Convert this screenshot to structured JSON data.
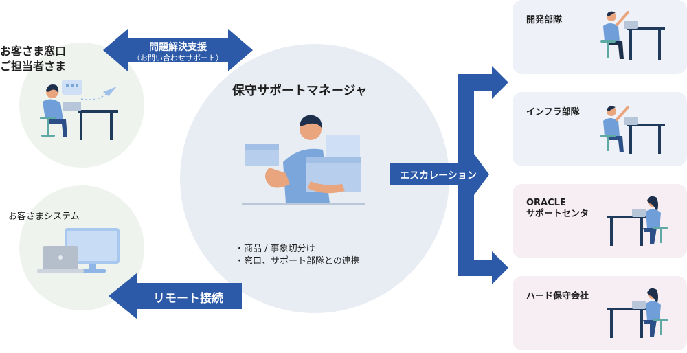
{
  "customer_window": {
    "label": "お客さま窓口\nご担当者さま"
  },
  "customer_system": {
    "label": "お客さまシステム"
  },
  "support_arrow": {
    "line1": "問題解決支援",
    "line2": "（お問い合わせサポート）"
  },
  "remote_arrow": {
    "label": "リモート接続"
  },
  "manager": {
    "title": "保守サポートマネージャ",
    "bullets": [
      "・商品 / 事象切分け",
      "・窓口、サポート部隊との連携"
    ]
  },
  "escalation": {
    "label": "エスカレーション"
  },
  "teams": [
    {
      "label": "開発部隊",
      "tone": "#eef2f8"
    },
    {
      "label": "インフラ部隊",
      "tone": "#eef2f8"
    },
    {
      "label": "ORACLE\nサポートセンタ",
      "tone": "#f6eef2"
    },
    {
      "label": "ハード保守会社",
      "tone": "#f6eef2"
    }
  ],
  "colors": {
    "arrow_blue": "#2c5aa8",
    "circle_green": "#eef3ee",
    "circle_center": "#e8edf4",
    "card_blue": "#eef2f8",
    "card_pink": "#f6eef2"
  },
  "icons": {
    "customer_person": "person-at-desk-icon",
    "system": "monitor-laptop-icon",
    "manager": "person-holding-boxes-icon",
    "team_person": "person-at-desk-icon"
  }
}
